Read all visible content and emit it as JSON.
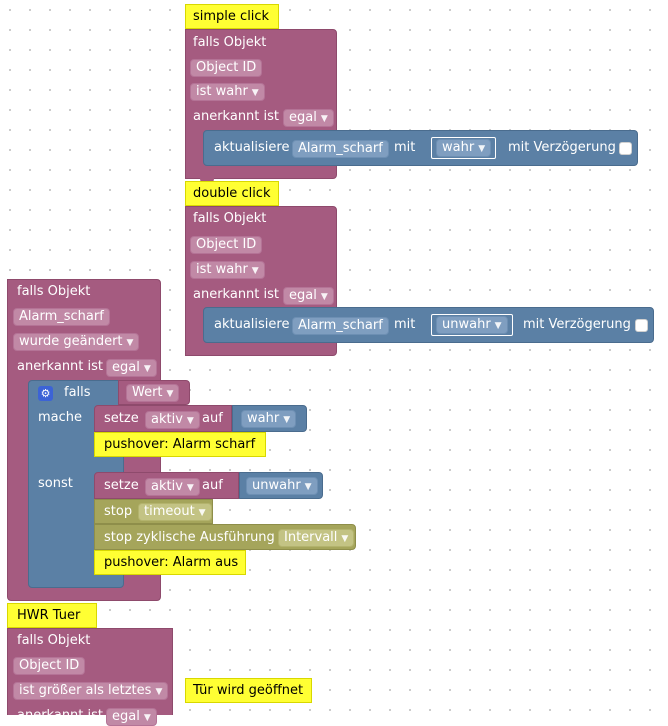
{
  "colors": {
    "trigger": "#a55b80",
    "action": "#5b80a5",
    "timer": "#a5a55b",
    "highlight": "#ffff33",
    "workspace": "#ffffff"
  },
  "icons": {
    "gear": "gear-icon",
    "dropdown": "triangle-down-icon"
  },
  "top_group": {
    "title": "simple click",
    "trigger_label": "falls Objekt",
    "object": "Object ID",
    "condition": "ist wahr",
    "ack_label": "anerkannt ist",
    "ack_value": "egal",
    "action_label": "aktualisiere",
    "action_target": "Alarm_scharf",
    "action_with": "mit",
    "action_value": "wahr",
    "delay_label": "mit Verzögerung"
  },
  "middle_group": {
    "title": "double click",
    "trigger_label": "falls Objekt",
    "object": "Object ID",
    "condition": "ist wahr",
    "ack_label": "anerkannt ist",
    "ack_value": "egal",
    "action_label": "aktualisiere",
    "action_target": "Alarm_scharf",
    "action_with": "mit",
    "action_value": "unwahr",
    "delay_label": "mit Verzögerung"
  },
  "left_group": {
    "trigger_label": "falls Objekt",
    "object": "Alarm_scharf",
    "condition": "wurde geändert",
    "ack_label": "anerkannt ist",
    "ack_value": "egal",
    "if_label": "falls",
    "if_value": "Wert",
    "do_label": "mache",
    "else_label": "sonst",
    "set1_label": "setze",
    "set1_var": "aktiv",
    "set1_on": "auf",
    "set1_value": "wahr",
    "push1": "pushover: Alarm scharf",
    "set2_label": "setze",
    "set2_var": "aktiv",
    "set2_on": "auf",
    "set2_value": "unwahr",
    "stop_label": "stop",
    "stop_value": "timeout",
    "stop_cyclic_label": "stop zyklische Ausführung",
    "stop_cyclic_value": "Intervall",
    "push2": "pushover: Alarm aus"
  },
  "bottom_group": {
    "title": "HWR Tuer",
    "trigger_label": "falls Objekt",
    "object": "Object ID",
    "condition": "ist größer als letztes",
    "ack_label": "anerkannt ist",
    "ack_value": "egal",
    "comment": "Tür wird geöffnet"
  }
}
